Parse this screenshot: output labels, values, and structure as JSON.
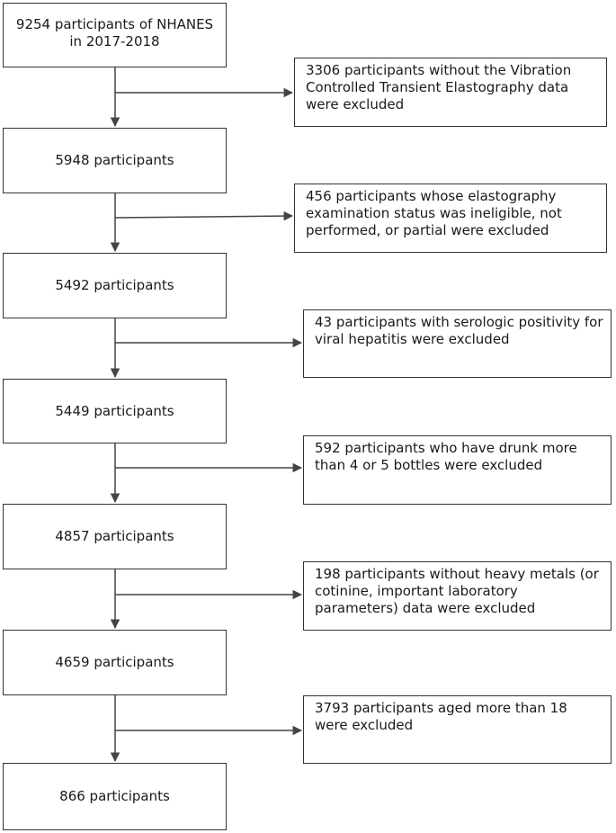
{
  "steps": [
    "9254 participants of NHANES in 2017-2018",
    "5948 participants",
    "5492 participants",
    "5449 participants",
    "4857 participants",
    "4659 participants",
    "866 participants"
  ],
  "exclusions": [
    "3306 participants without the Vibration Controlled Transient Elastography data were excluded",
    "456 participants whose elastography examination status was ineligible, not performed, or partial were excluded",
    "43 participants with serologic positivity for viral hepatitis were excluded",
    "592 participants who have drunk more than 4 or 5 bottles were excluded",
    "198 participants without heavy metals (or cotinine, important laboratory parameters) data were excluded",
    "3793 participants aged more than 18 were excluded"
  ],
  "colors": {
    "line": "#444444",
    "border": "#333333"
  }
}
